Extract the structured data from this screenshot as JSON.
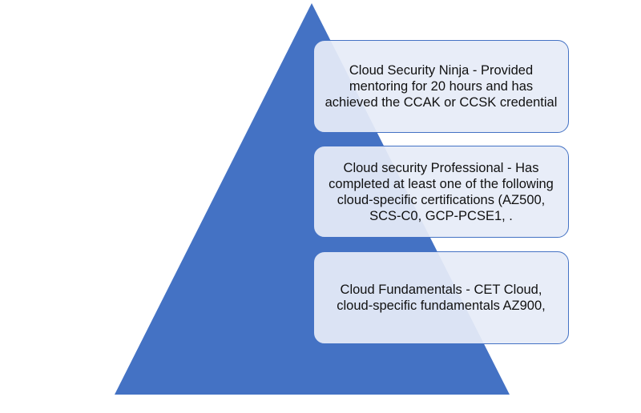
{
  "diagram": {
    "pyramid_color": "#4472c4",
    "tiers": [
      {
        "text": "Cloud Security Ninja - Provided mentoring for 20 hours and has achieved the CCAK or CCSK credential"
      },
      {
        "text": "Cloud security Professional - Has completed at least one of the following cloud-specific certifications (AZ500, SCS-C0, GCP-PCSE1, ."
      },
      {
        "text": "Cloud Fundamentals - CET Cloud, cloud-specific fundamentals AZ900,"
      }
    ]
  }
}
